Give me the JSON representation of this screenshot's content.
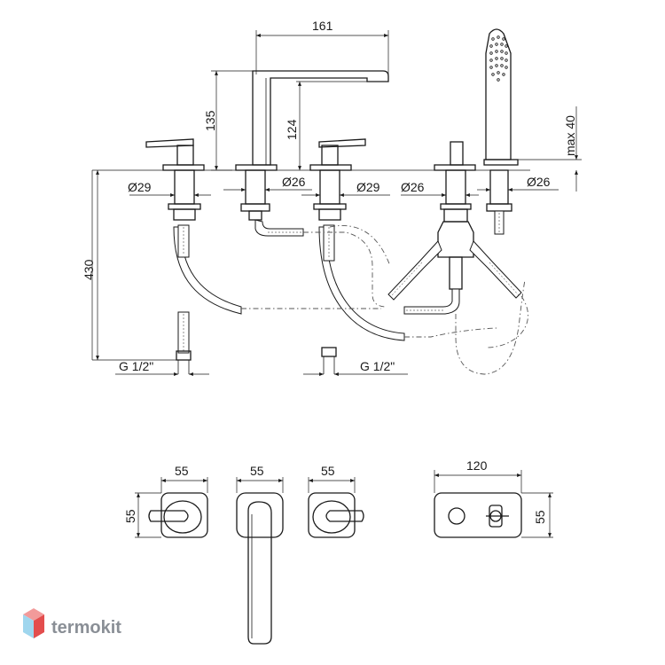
{
  "dimensions": {
    "spout_length": "161",
    "spout_height": "135",
    "spout_clearance": "124",
    "shower_max": "max 40",
    "installation_depth": "430",
    "handle_left_diameter": "Ø29",
    "spout_diameter": "Ø26",
    "handle_right_diameter": "Ø29",
    "diverter_diameter": "Ø26",
    "shower_holder_diameter": "Ø26",
    "connection_left": "G 1/2\"",
    "connection_right": "G 1/2\"",
    "plate_left_width": "55",
    "plate_left_height": "55",
    "plate_spout_width": "55",
    "plate_right_width": "55",
    "plate_shower_width": "120",
    "plate_shower_height": "55"
  },
  "logo": {
    "text": "termokit",
    "colors": {
      "top": "#f29a9a",
      "left": "#9fd6ee",
      "right": "#e34d4d"
    }
  },
  "colors": {
    "line": "#1a1a1a",
    "background": "#ffffff"
  }
}
